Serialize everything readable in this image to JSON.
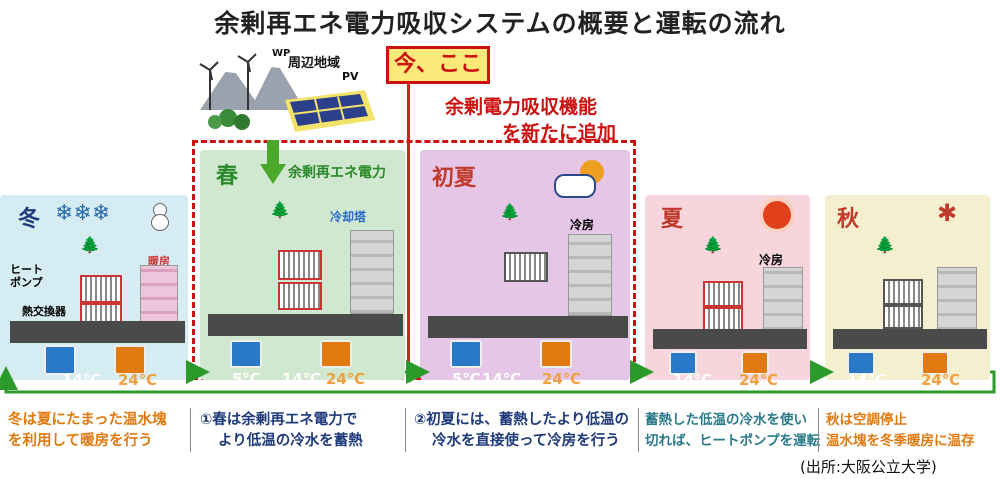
{
  "title": "余剰再エネ電力吸収システムの概要と運転の流れ",
  "area_labels": {
    "wp": "WP",
    "wp_area": "周辺地域",
    "pv": "PV"
  },
  "now_badge": "今、ここ",
  "new_function": [
    "余剰電力吸収機能",
    "を新たに追加"
  ],
  "panels": {
    "winter": {
      "name": "冬",
      "labels": {
        "heatpump": "ヒート\nポンプ",
        "exchanger": "熱交換器",
        "heating": "暖房"
      },
      "temps": [
        "14℃",
        "24℃"
      ]
    },
    "spring": {
      "name": "春",
      "labels": {
        "surplus": "余剰再エネ電力",
        "cooling_tower": "冷却塔"
      },
      "temps": [
        "5℃",
        "14℃",
        "24℃"
      ]
    },
    "early_summer": {
      "name": "初夏",
      "labels": {
        "cooling": "冷房"
      },
      "temps": [
        "5℃",
        "14℃",
        "24℃"
      ]
    },
    "summer": {
      "name": "夏",
      "labels": {
        "cooling": "冷房"
      },
      "temps": [
        "14℃",
        "24℃"
      ]
    },
    "autumn": {
      "name": "秋",
      "temps": [
        "14℃",
        "24℃"
      ]
    }
  },
  "captions": {
    "winter": [
      "冬は夏にたまった温水塊",
      "を利用して暖房を行う"
    ],
    "spring": [
      "①春は余剰再エネ電力で",
      "より低温の冷水を蓄熱"
    ],
    "early_summer": [
      "②初夏には、蓄熱したより低温の",
      "冷水を直接使って冷房を行う"
    ],
    "summer": [
      "蓄熱した低温の冷水を使い",
      "切れば、ヒートポンプを運転"
    ],
    "autumn": [
      "秋は空調停止",
      "温水塊を冬季暖房に温存"
    ]
  },
  "source": "(出所:大阪公立大学)",
  "colors": {
    "winter": "#d6ecf3",
    "spring": "#cfe8cf",
    "early_summer": "#e6c6e6",
    "summer": "#f6d6dc",
    "autumn": "#f4f0cf",
    "accent_red": "#cc1111",
    "green": "#2a8a2a",
    "navy": "#1f3a7a",
    "orange": "#e07a10",
    "teal": "#2a7a8a"
  }
}
